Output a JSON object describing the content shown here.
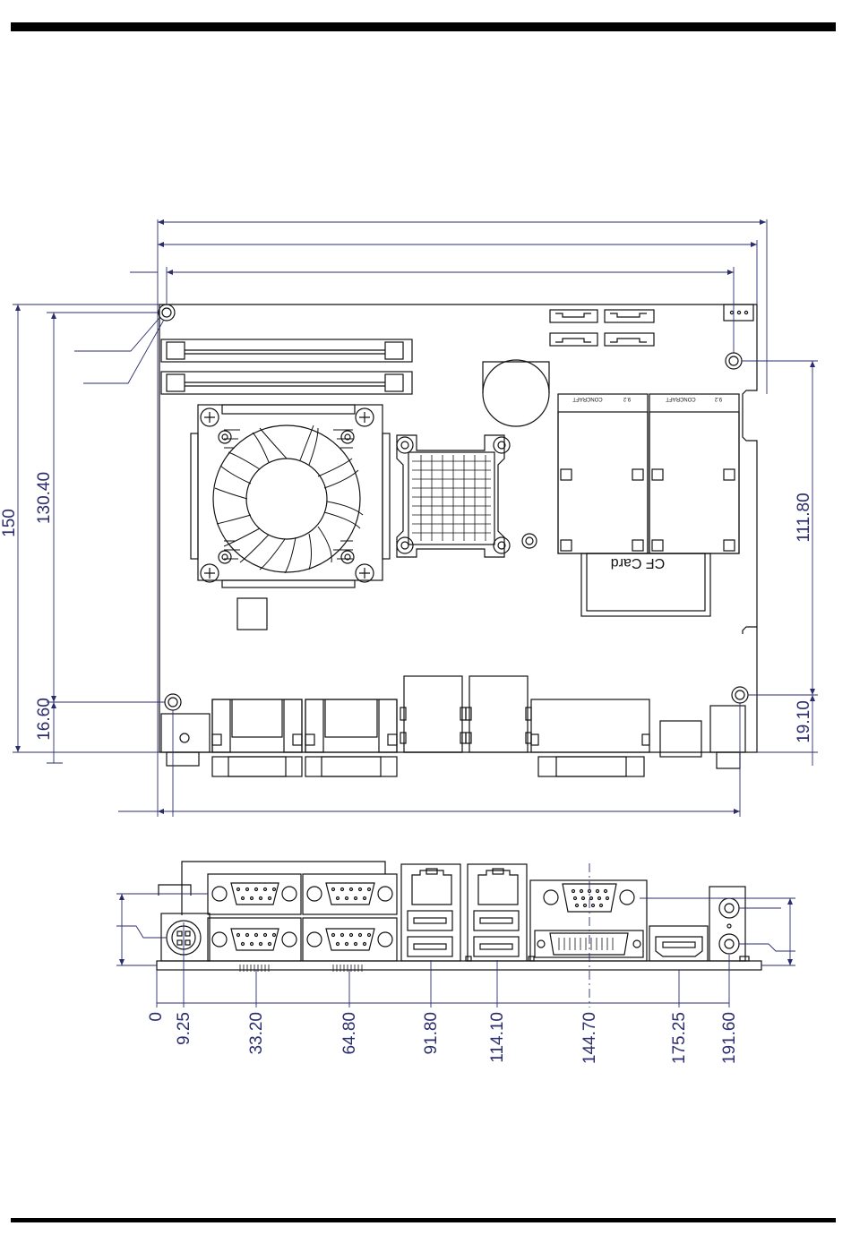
{
  "drawing": {
    "labels": {
      "cf_card": "CF Card",
      "mini_pcie_label": "CONCRAFT",
      "mini_pcie_mark": "9.2"
    },
    "top_view_dimensions": {
      "left_outer": "150",
      "left_inner": "130.40",
      "left_bottom": "16.60",
      "right_inner": "111.80",
      "right_bottom": "19.10"
    },
    "io_view_dimensions": [
      "0",
      "9.25",
      "33.20",
      "64.80",
      "91.80",
      "114.10",
      "144.70",
      "175.25",
      "191.60"
    ]
  }
}
